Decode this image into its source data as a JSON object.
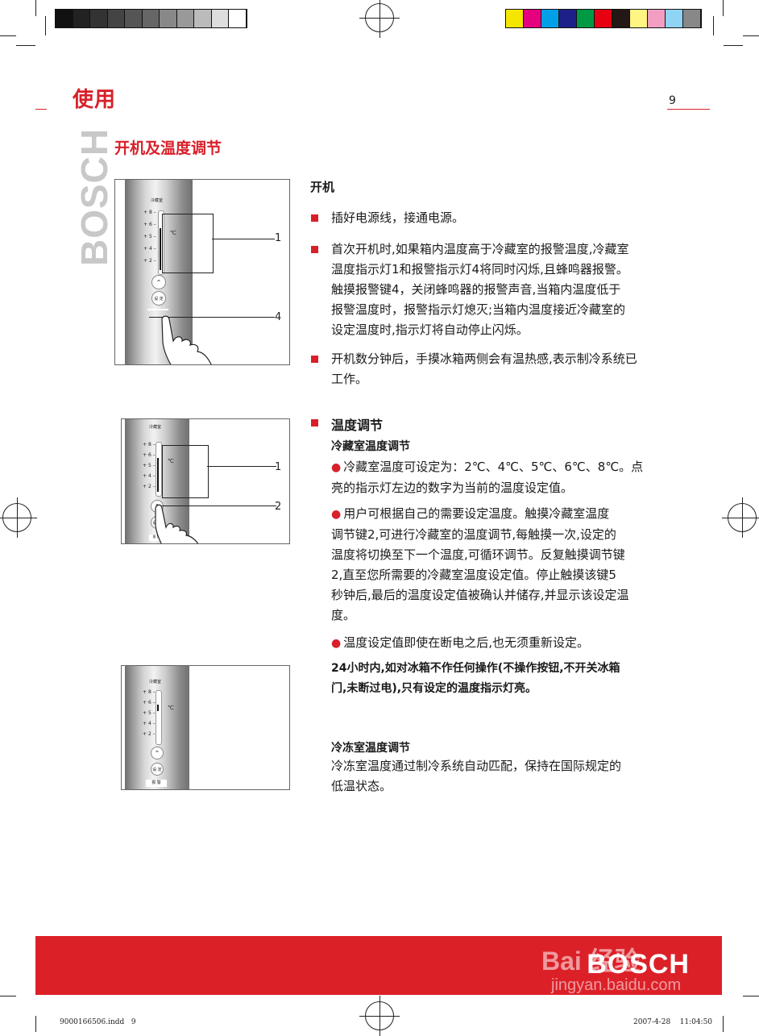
{
  "header": {
    "chapter": "使用",
    "page_number": "9",
    "side_brand": "BOSCH"
  },
  "section": {
    "title": "开机及温度调节"
  },
  "startup": {
    "heading": "开机",
    "bullets": [
      "插好电源线，接通电源。",
      [
        "首次开机时,如果箱内温度高于冷藏室的报警温度,冷藏室",
        "温度指示灯1和报警指示灯4将同时闪烁,且蜂鸣器报警。",
        "触摸报警键4，关闭蜂鸣器的报警声音,当箱内温度低于",
        "报警温度时，报警指示灯熄灭;当箱内温度接近冷藏室的",
        "设定温度时,指示灯将自动停止闪烁。"
      ],
      [
        "开机数分钟后，手摸冰箱两侧会有温热感,表示制冷系统已",
        "工作。"
      ]
    ]
  },
  "temp": {
    "heading": "温度调节",
    "fridge_heading": "冷藏室温度调节",
    "fridge_items": [
      [
        "冷藏室温度可设定为：2℃、4℃、5℃、6℃、8℃。点",
        "亮的指示灯左边的数字为当前的温度设定值。"
      ],
      [
        "用户可根据自己的需要设定温度。触摸冷藏室温度",
        "调节键2,可进行冷藏室的温度调节,每触摸一次,设定的",
        "温度将切换至下一个温度,可循环调节。反复触摸调节键",
        "2,直至您所需要的冷藏室温度设定值。停止触摸该键5",
        "秒钟后,最后的温度设定值被确认并储存,并显示该设定温",
        "度。"
      ],
      "温度设定值即使在断电之后,也无须重新设定。"
    ],
    "idle_note": [
      "24小时内,如对冰箱不作任何操作(不操作按钮,不开关冰箱",
      "门,未断过电),只有设定的温度指示灯亮。"
    ],
    "freezer_heading": "冷冻室温度调节",
    "freezer_text": [
      "冷冻室温度通过制冷系统自动匹配，保持在国际规定的",
      "低温状态。"
    ]
  },
  "figures": {
    "panel_title": "冷藏室",
    "scale": [
      "8",
      "6",
      "5",
      "4",
      "2"
    ],
    "unit": "℃",
    "set_label": "设 定",
    "alarm_label": "报 警",
    "callouts": {
      "fig1": [
        "1",
        "4"
      ],
      "fig2": [
        "1",
        "2"
      ]
    }
  },
  "footer": {
    "brand": "BOSCH",
    "slug_left": "9000166506.indd   9",
    "slug_right": "2007-4-28    11:04:50",
    "watermark_top": "Bai  经验",
    "watermark_bottom": "jingyan.baidu.com"
  },
  "colors": {
    "accent": "#d8202a",
    "footer_band": "#dc2028"
  },
  "color_bar": [
    "#f5e600",
    "#e4007f",
    "#00a0e9",
    "#1d2088",
    "#009944",
    "#e60012",
    "#231815",
    "#fff582",
    "#f19ec2",
    "#8fd3f5",
    "#888888"
  ],
  "gray_bar": [
    "#111111",
    "#222222",
    "#333333",
    "#444444",
    "#555555",
    "#666666",
    "#888888",
    "#999999",
    "#bbbbbb",
    "#dddddd",
    "#ffffff"
  ]
}
